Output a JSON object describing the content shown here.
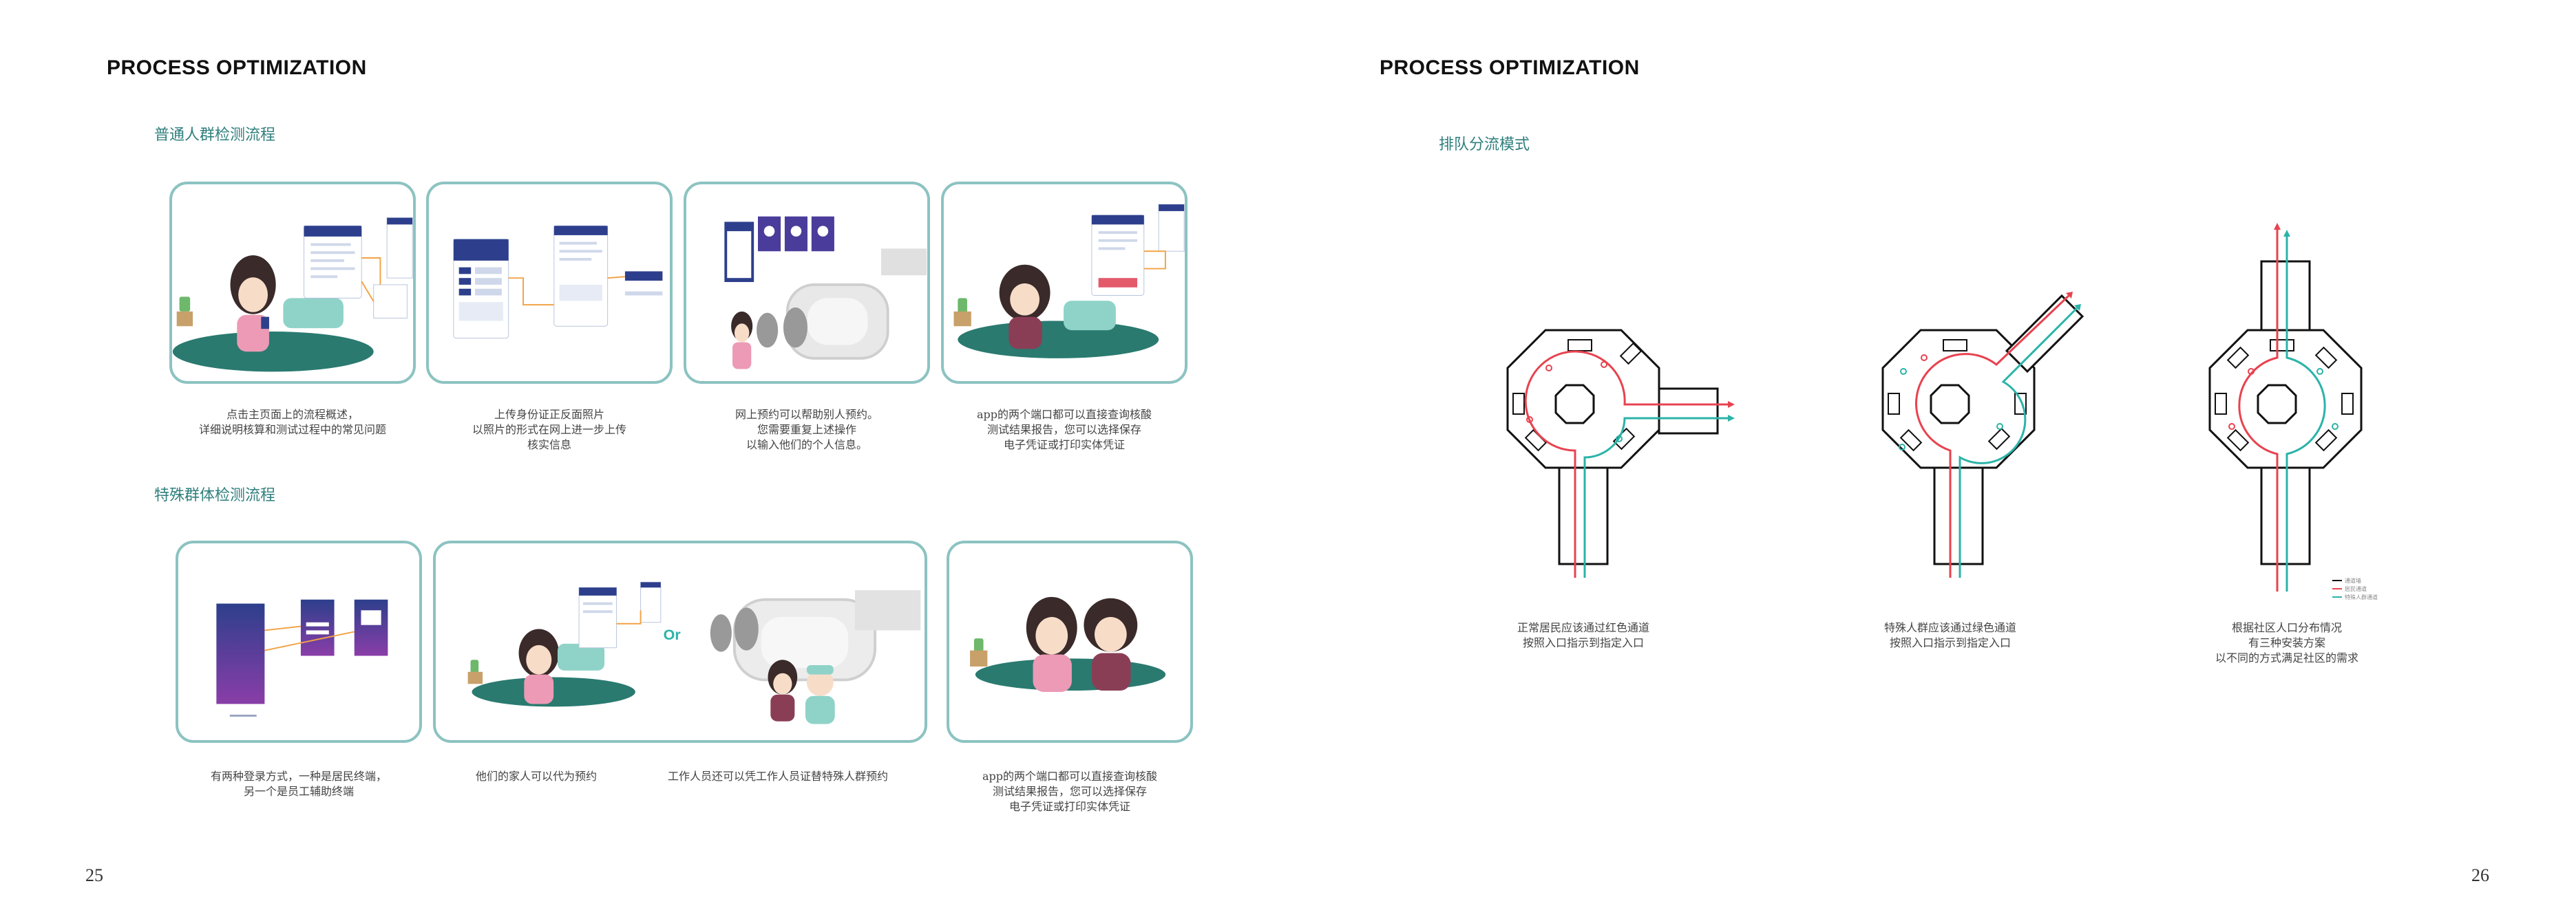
{
  "left_page": {
    "heading": "PROCESS OPTIMIZATION",
    "section1_title": "普通人群检测流程",
    "section2_title": "特殊群体检测流程",
    "row1_captions": [
      "点击主页面上的流程概述，\n详细说明核算和测试过程中的常见问题",
      "上传身份证正反面照片\n以照片的形式在网上进一步上传\n核实信息",
      "网上预约可以帮助别人预约。\n您需要重复上述操作\n以输入他们的个人信息。",
      "app的两个端口都可以直接查询核酸\n测试结果报告，您可以选择保存\n电子凭证或打印实体凭证"
    ],
    "row2_captions": [
      "有两种登录方式，一种是居民终端，\n另一个是员工辅助终端",
      "他们的家人可以代为预约",
      "工作人员还可以凭工作人员证替特殊人群预约",
      "app的两个端口都可以直接查询核酸\n测试结果报告，您可以选择保存\n电子凭证或打印实体凭证"
    ],
    "or_label": "Or",
    "page_number": "25"
  },
  "right_page": {
    "heading": "PROCESS OPTIMIZATION",
    "section_title": "排队分流模式",
    "diagram_captions": [
      "正常居民应该通过红色通道\n按照入口指示到指定入口",
      "特殊人群应该通过绿色通道\n按照入口指示到指定入口",
      "根据社区人口分布情况\n有三种安装方案\n以不同的方式满足社区的需求"
    ],
    "legend": [
      "通道墙",
      "居民通道",
      "特殊人群通道"
    ],
    "page_number": "26"
  },
  "colors": {
    "accent_teal": "#2f7f7d",
    "panel_border": "#8cc3c1",
    "red_channel": "#e8424f",
    "green_channel": "#2bb3a8",
    "platform": "#2a7a70",
    "app_blue": "#2d3f8c",
    "app_purple": "#6a2fa0"
  }
}
